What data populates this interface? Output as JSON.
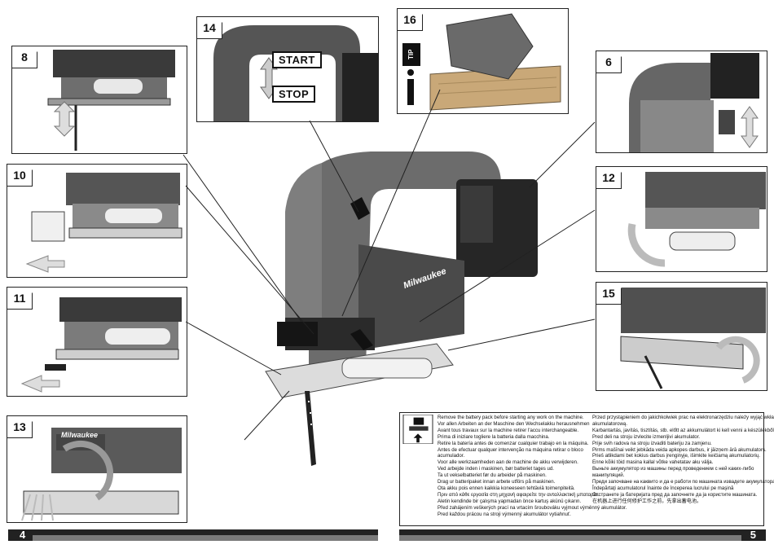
{
  "steps": {
    "s8": "8",
    "s10": "10",
    "s11": "11",
    "s13": "13",
    "s14": "14",
    "s16": "16",
    "s6": "6",
    "s12": "12",
    "s15": "15"
  },
  "callouts": {
    "start": "START",
    "stop": "STOP",
    "tip": "TIP"
  },
  "brand": "Milwaukee",
  "pages": {
    "left": "4",
    "right": "5"
  },
  "warning": {
    "left": [
      "Remove the battery pack before starting any work on the machine.",
      "Vor allen Arbeiten an der Maschine den Wechselakku herausnehmen",
      "Avant tous travaux sur la machine retirer l'accu interchangeable.",
      "Prima di iniziare togliere la batteria dalla macchina.",
      "Retire la batería antes de comenzar cualquier trabajo en la máquina.",
      "Antes de efectuar qualquer intervenção na máquina retirar o bloco",
      "acumulador.",
      "Voor alle werkzaamheden aan de machine de akku verwijderen.",
      "Ved arbejde inden i maskinen, bør batteriet tages ud.",
      "Ta ut vekselbatteriet før du arbeider på maskinen.",
      "Drag ur batteripaket innan arbete utförs på maskinen.",
      "Ota akku pois ennen kaikkia koneeseen tehtäviä toimenpiteitä.",
      "Πριν από κάθε εργασία στη μηχανή αφαιρείτε την ανταλλακτική μπαταρία.",
      "Aletin kendinde bir çalışma yapmadan önce kartuş akünü çıkarın.",
      "Před zahájením veškerých prací na vrtacím šroubováku vyjmout výměnný akumulátor.",
      "Pred každou prácou na stroji výmenný akumulátor vytiahnuť."
    ],
    "right": [
      "Przed przystąpieniem do jakichkolwiek prac na elektronarzędziu należy wyjąć wkładkę",
      "akumulatorową.",
      "Karbantartás, javítás, tisztítás, stb. előtt az akkumulátort ki kell venni a készülékből.",
      "Pred deli na stroju izvlecite izmenljivi akumulator.",
      "Prije svih radova na stroju izvaditi bateriju za zamjenu.",
      "Pirms mašīnai veikt jebkāda veida apkopes darbus, ir jāizņem ārā akumulators.",
      "Prieš atlikdami bet kokius darbus įrenginyje, išimkite keičiamą akumuliatorių.",
      "Enne kõiki töid masina kallal võtke vahetatav aku välja.",
      "Выньте аккумулятор из машины перед проведением с ней каких-либо",
      "манипуляций.",
      "Преди започване на каквито и да е работи по машината извадете акумулатора.",
      "Îndepărtaţi acumulatorul înainte de începerea lucrului pe maşină",
      "Отстранете ја батеријата пред да започнете да ја користите машината.",
      "在机器上进行任何修护工作之前，先拿出蓄电池。"
    ]
  }
}
